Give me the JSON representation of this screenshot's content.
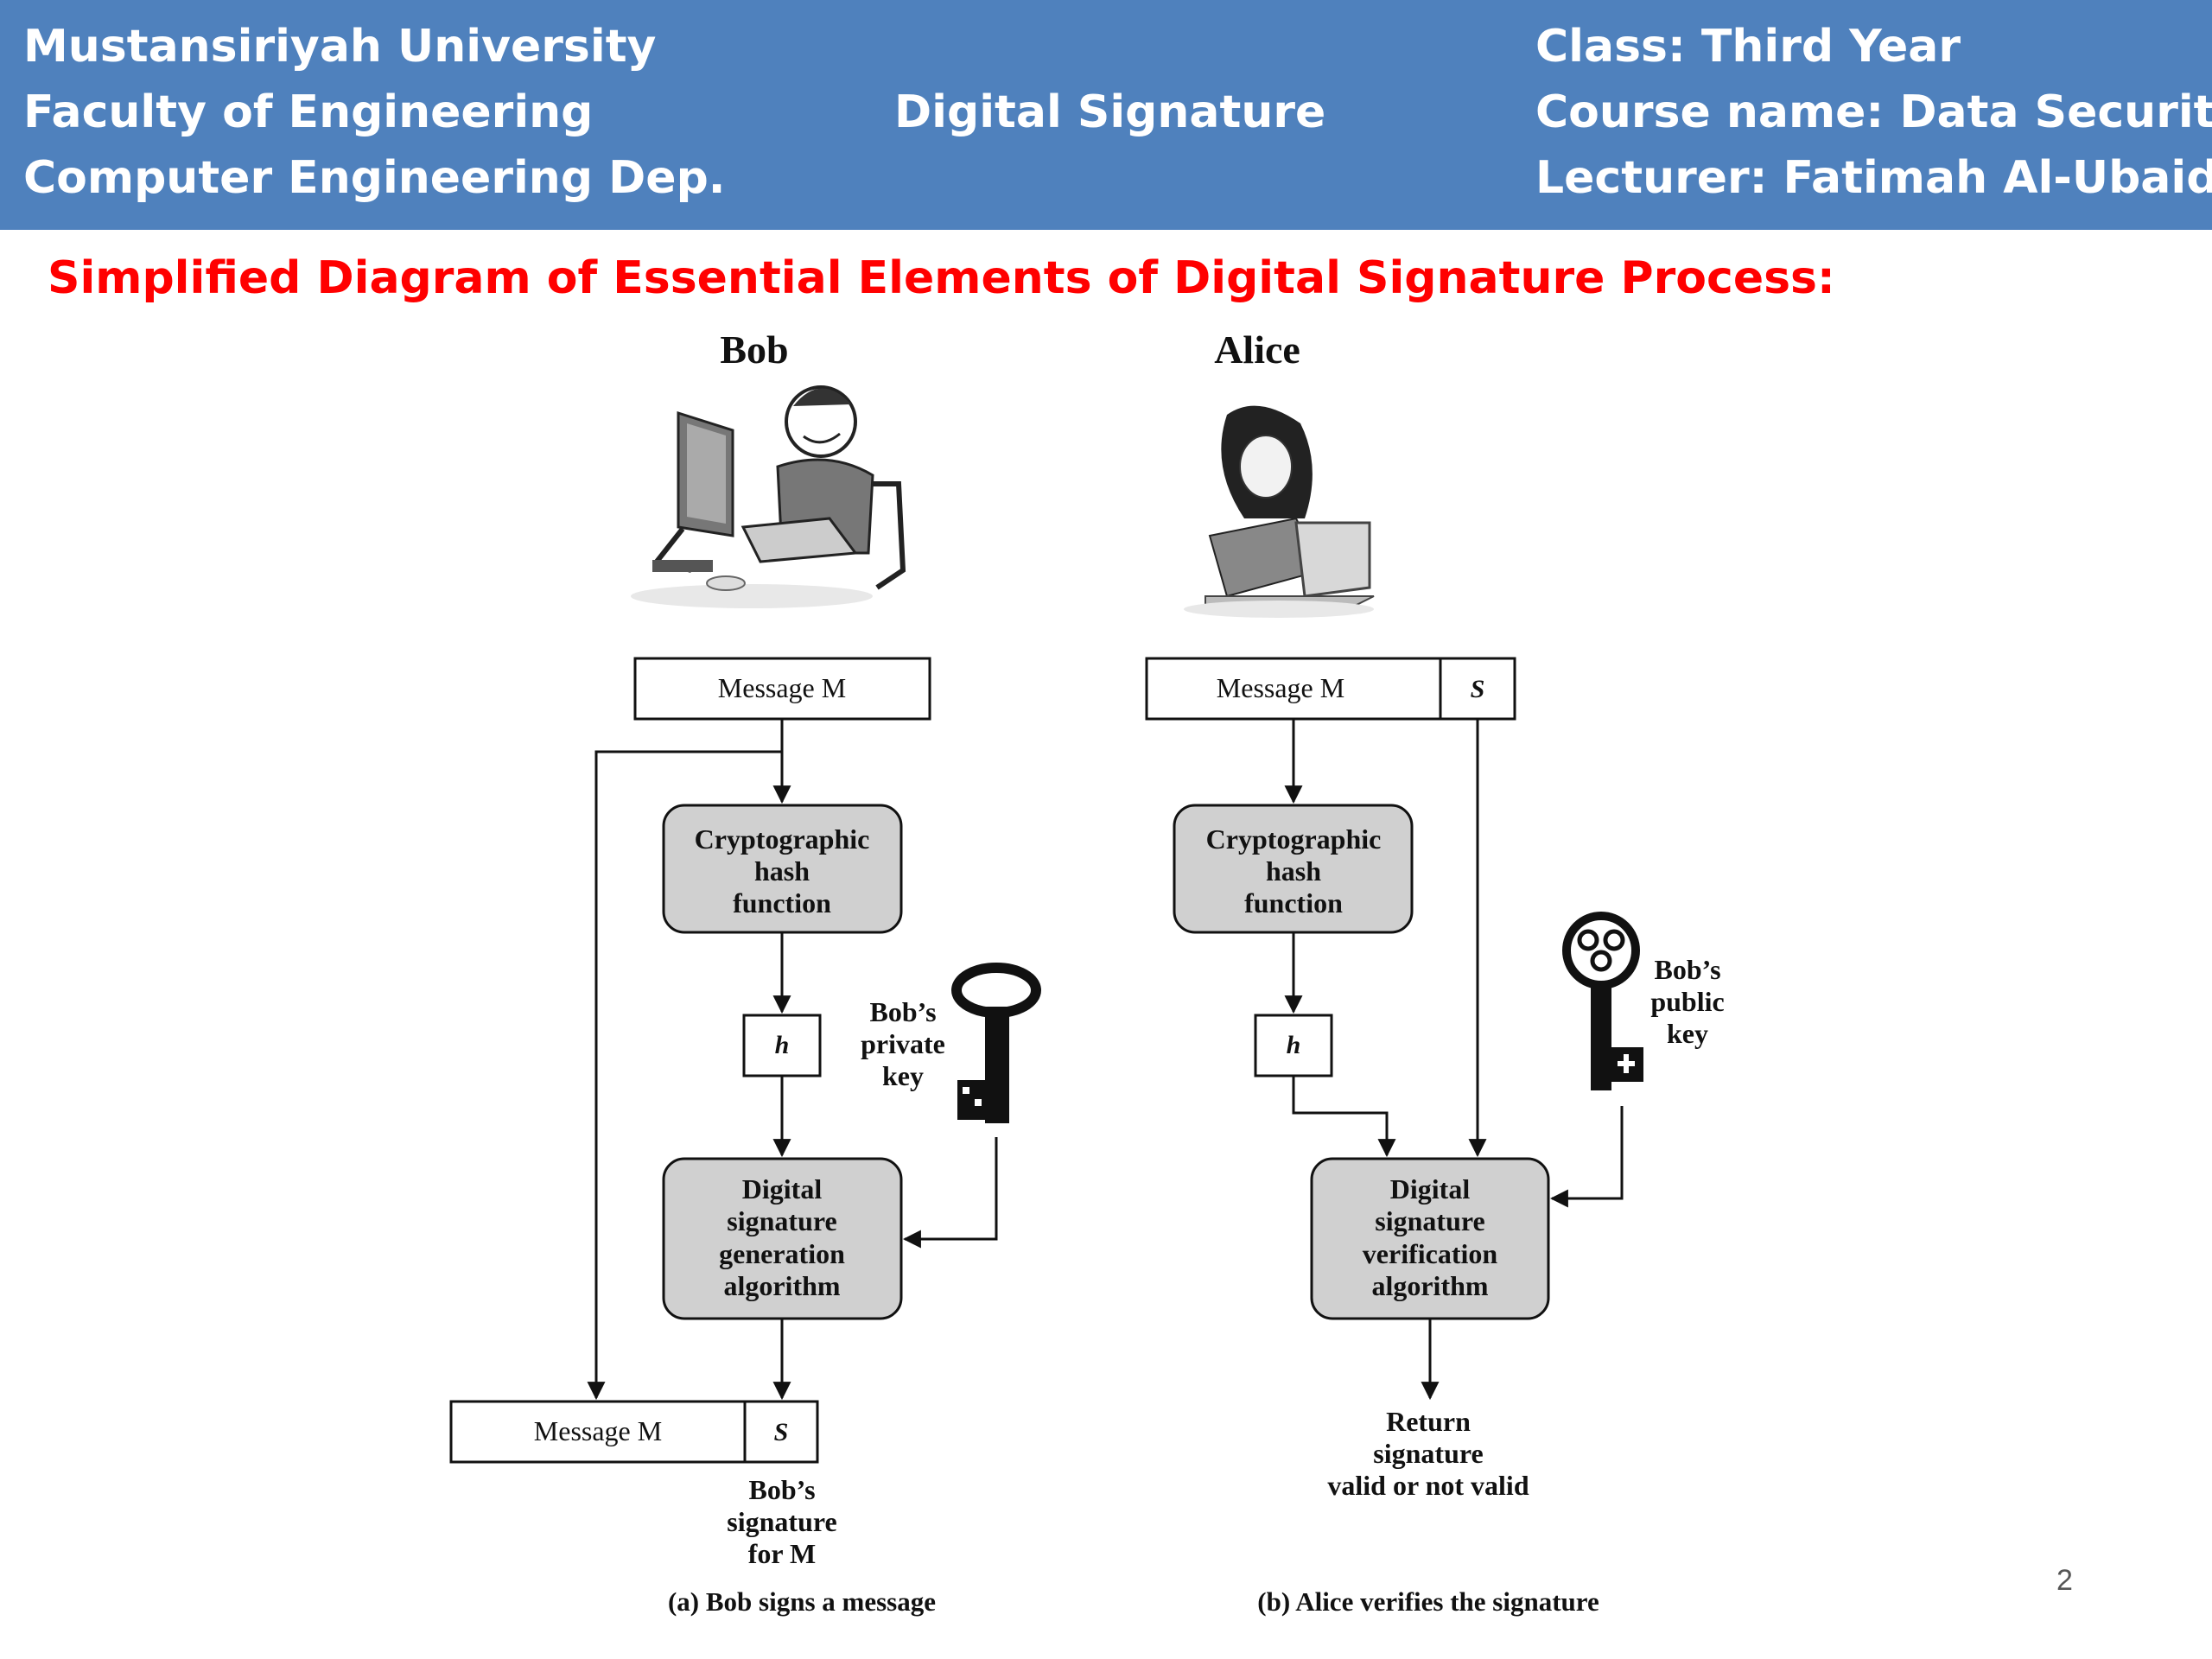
{
  "header": {
    "left_lines": [
      "Mustansiriyah University",
      "Faculty of Engineering",
      "Computer Engineering Dep."
    ],
    "center_title": "Digital Signature",
    "right_lines": [
      "Class: Third Year",
      "Course name: Data Security",
      "Lecturer: Fatimah Al-Ubaidy"
    ]
  },
  "subtitle": "Simplified Diagram of Essential Elements of Digital Signature Process:",
  "bob": {
    "name": "Bob",
    "message_box": "Message M",
    "hash_box": [
      "Cryptographic",
      "hash",
      "function"
    ],
    "h_box": "h",
    "key_label": [
      "Bob’s",
      "private",
      "key"
    ],
    "algo_box": [
      "Digital",
      "signature",
      "generation",
      "algorithm"
    ],
    "output_message": "Message M",
    "output_sig": "S",
    "sig_label": [
      "Bob’s",
      "signature",
      "for M"
    ],
    "caption": "(a) Bob signs a message"
  },
  "alice": {
    "name": "Alice",
    "message_box": "Message M",
    "sig_box": "S",
    "hash_box": [
      "Cryptographic",
      "hash",
      "function"
    ],
    "h_box": "h",
    "key_label": [
      "Bob’s",
      "public",
      "key"
    ],
    "algo_box": [
      "Digital",
      "signature",
      "verification",
      "algorithm"
    ],
    "result_label": [
      "Return",
      "signature",
      "valid or not valid"
    ],
    "caption": "(b) Alice verifies the signature"
  },
  "page_number": "2",
  "colors": {
    "header_bg": "#4f81bd",
    "subtitle": "#ff0000",
    "process_box": "#d0d0d0"
  }
}
